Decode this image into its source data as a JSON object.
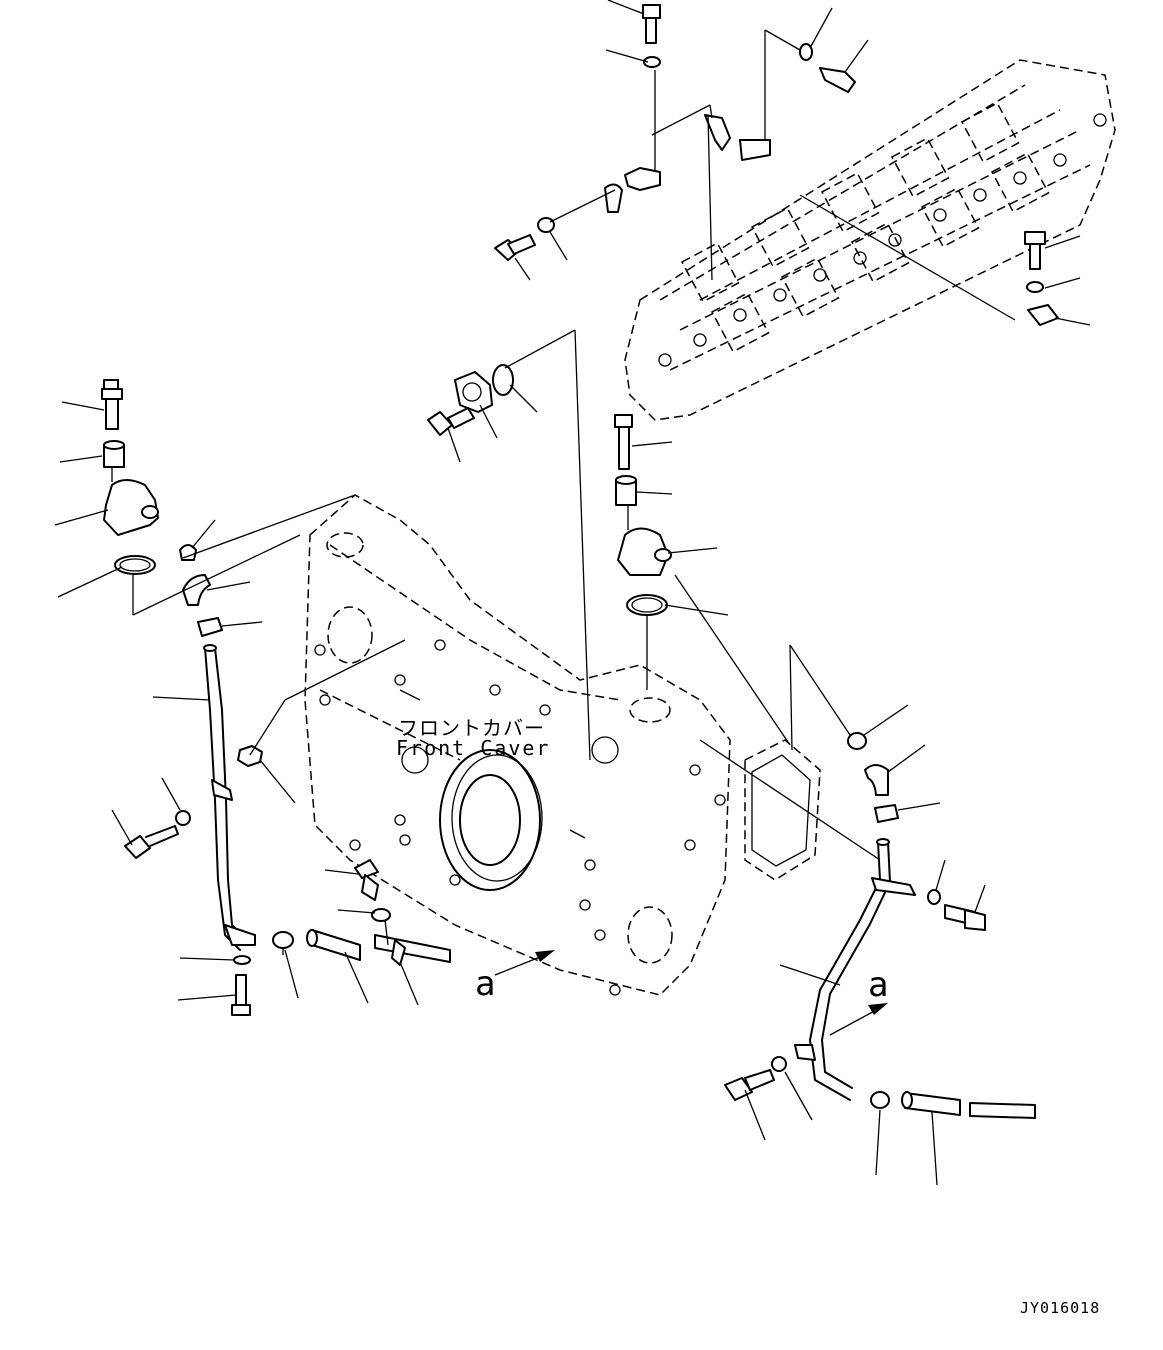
{
  "labels": {
    "front_cover_jp": "フロントカバー",
    "front_cover_en": "Front Caver",
    "view_arrow_left": "a",
    "view_arrow_right": "a",
    "drawing_code": "JY016018"
  }
}
